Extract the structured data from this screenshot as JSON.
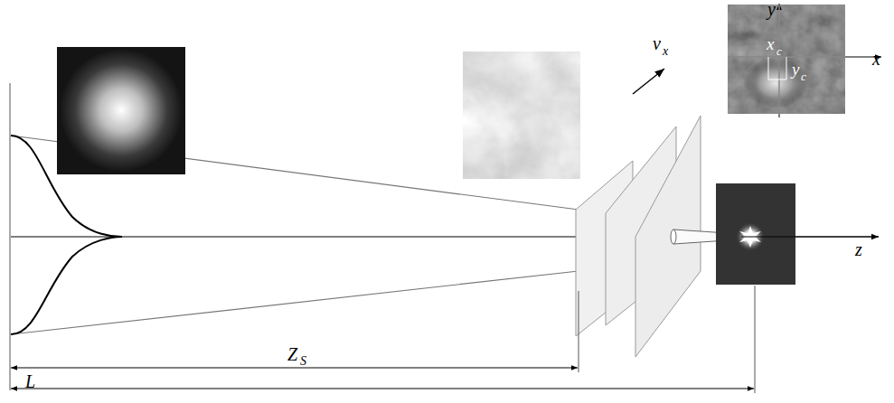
{
  "diagram": {
    "labels": [
      "y",
      "x",
      "x",
      "c",
      "y",
      "c",
      "v",
      "x",
      "z",
      "Z",
      "S",
      "L"
    ]
  }
}
